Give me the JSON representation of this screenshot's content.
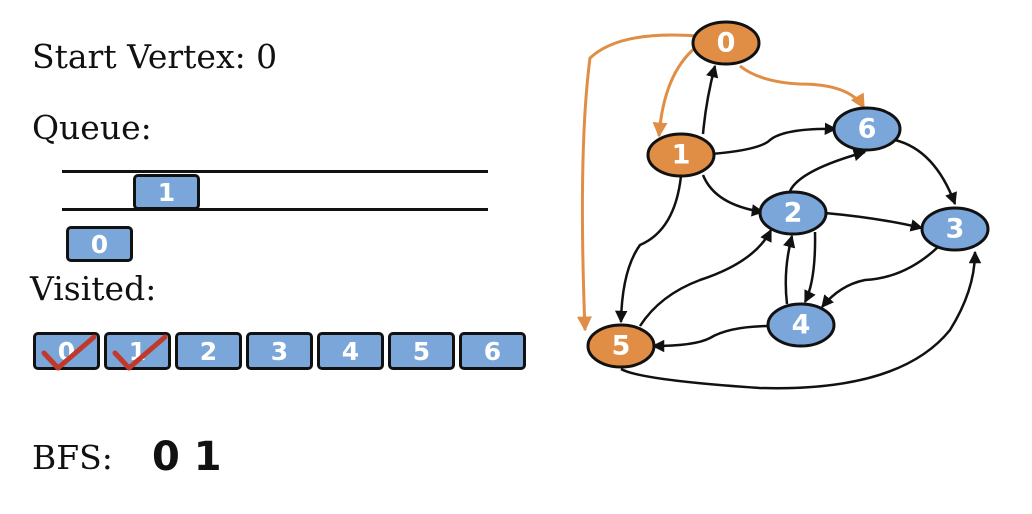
{
  "start_vertex_label": "Start Vertex: 0",
  "queue_label": "Queue:",
  "queue_items": [
    "1"
  ],
  "dequeued_item": "0",
  "visited_label": "Visited:",
  "visited": [
    {
      "label": "0",
      "checked": true
    },
    {
      "label": "1",
      "checked": true
    },
    {
      "label": "2",
      "checked": false
    },
    {
      "label": "3",
      "checked": false
    },
    {
      "label": "4",
      "checked": false
    },
    {
      "label": "5",
      "checked": false
    },
    {
      "label": "6",
      "checked": false
    }
  ],
  "bfs_label": "BFS:",
  "bfs_order": "0 1",
  "colors": {
    "unvisited_node": "#7aa6da",
    "visited_node": "#e08e45",
    "traversal_edge": "#e08e45",
    "edge": "#111111",
    "checkmark": "#c0392b"
  },
  "graph": {
    "nodes": [
      {
        "id": "0",
        "visited": true
      },
      {
        "id": "1",
        "visited": true
      },
      {
        "id": "2",
        "visited": false
      },
      {
        "id": "3",
        "visited": false
      },
      {
        "id": "4",
        "visited": false
      },
      {
        "id": "5",
        "visited": true
      },
      {
        "id": "6",
        "visited": false
      }
    ],
    "edges": [
      {
        "from": "0",
        "to": "1",
        "traversal": true
      },
      {
        "from": "0",
        "to": "6",
        "traversal": true
      },
      {
        "from": "0",
        "to": "5",
        "traversal": true
      },
      {
        "from": "1",
        "to": "0",
        "traversal": false
      },
      {
        "from": "1",
        "to": "6",
        "traversal": false
      },
      {
        "from": "1",
        "to": "2",
        "traversal": false
      },
      {
        "from": "1",
        "to": "5",
        "traversal": false
      },
      {
        "from": "2",
        "to": "6",
        "traversal": false
      },
      {
        "from": "2",
        "to": "3",
        "traversal": false
      },
      {
        "from": "2",
        "to": "4",
        "traversal": false
      },
      {
        "from": "4",
        "to": "2",
        "traversal": false
      },
      {
        "from": "3",
        "to": "4",
        "traversal": false
      },
      {
        "from": "4",
        "to": "5",
        "traversal": false
      },
      {
        "from": "5",
        "to": "2",
        "traversal": false
      },
      {
        "from": "5",
        "to": "3",
        "traversal": false
      },
      {
        "from": "6",
        "to": "3",
        "traversal": false
      }
    ]
  }
}
